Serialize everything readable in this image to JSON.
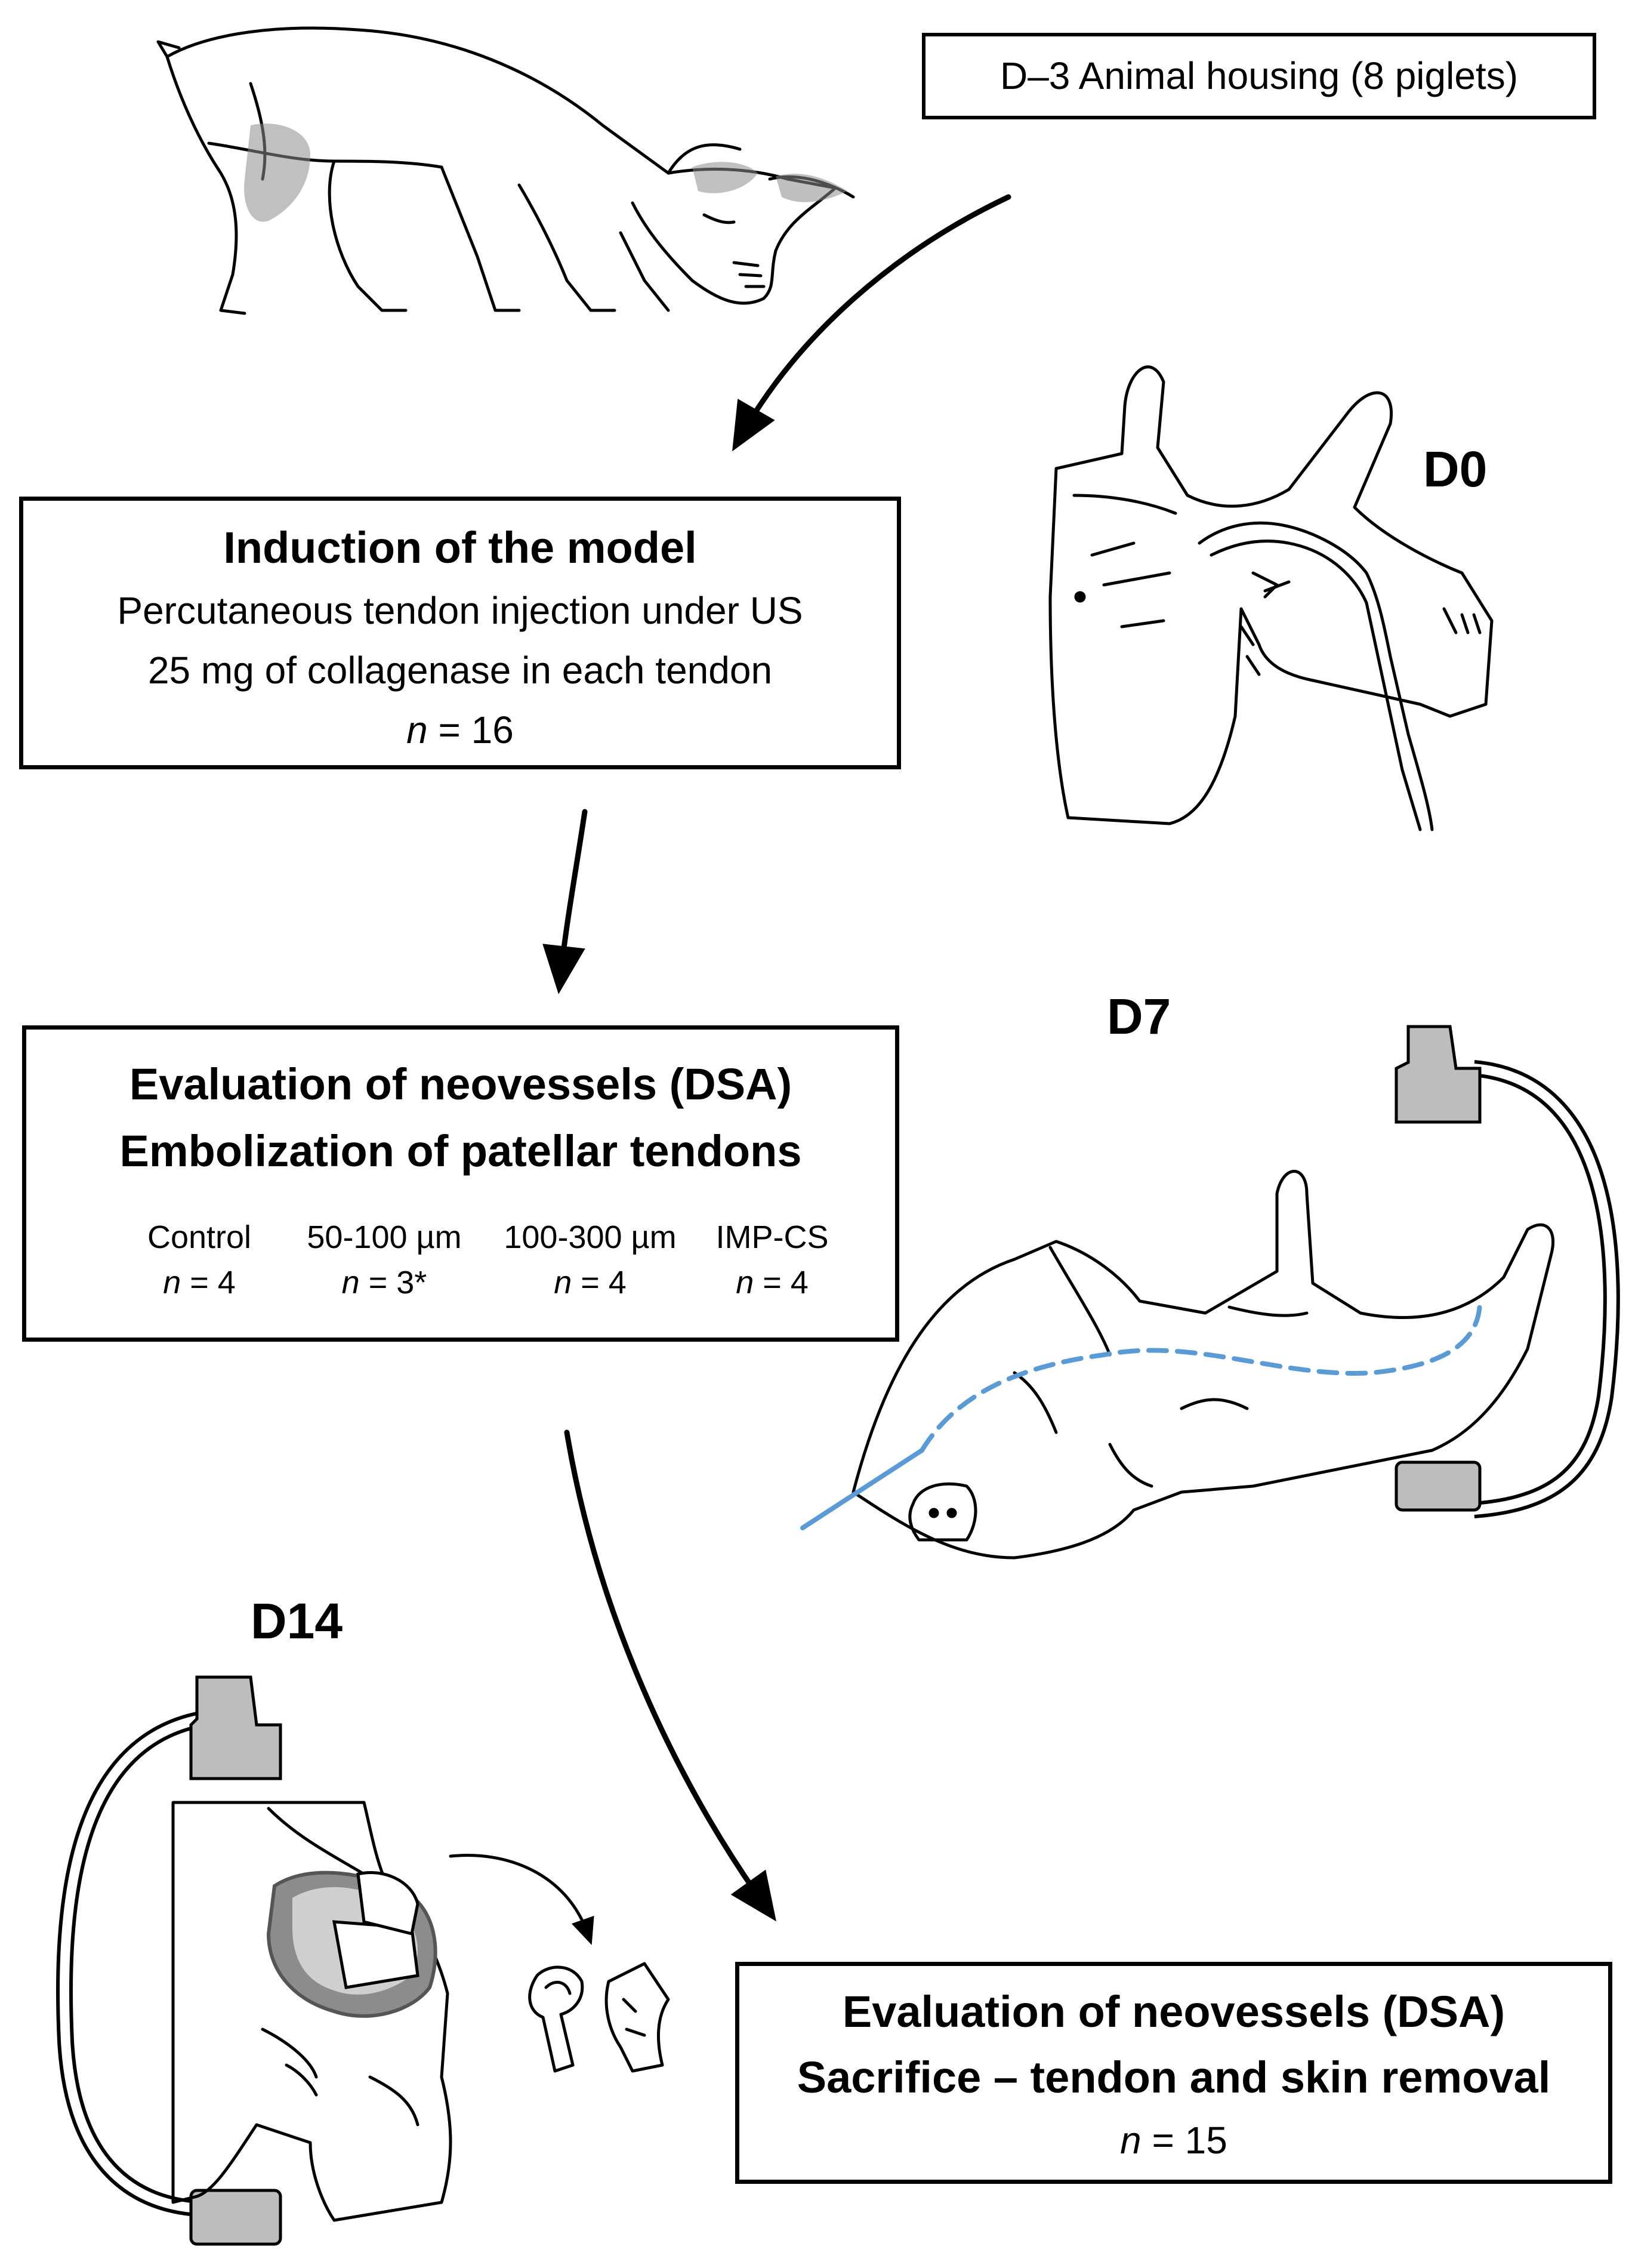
{
  "housing_label": "D–3 Animal housing (8 piglets)",
  "day_labels": {
    "d0": "D0",
    "d7": "D7",
    "d14": "D14"
  },
  "step1": {
    "title": "Induction of the model",
    "line1": "Percutaneous tendon injection under US",
    "line2": "25 mg of collagenase in each tendon",
    "n_var": "n",
    "n_value": " = 16"
  },
  "step2": {
    "title1": "Evaluation of neovessels (DSA)",
    "title2": "Embolization of patellar tendons",
    "groups": [
      {
        "name": "Control",
        "n_var": "n",
        "n_value": " = 4"
      },
      {
        "name": "50-100 µm",
        "n_var": "n",
        "n_value": " = 3*"
      },
      {
        "name": "100-300 µm",
        "n_var": "n",
        "n_value": " = 4"
      },
      {
        "name": "IMP-CS",
        "n_var": "n",
        "n_value": " = 4"
      }
    ]
  },
  "step3": {
    "title1": "Evaluation of neovessels (DSA)",
    "title2": "Sacrifice – tendon and skin removal",
    "n_var": "n",
    "n_value": " = 15"
  },
  "colors": {
    "catheter_blue": "#5b9bd5",
    "device_gray": "#bdbdbd",
    "highlight_gray": "#8c8c8c"
  }
}
